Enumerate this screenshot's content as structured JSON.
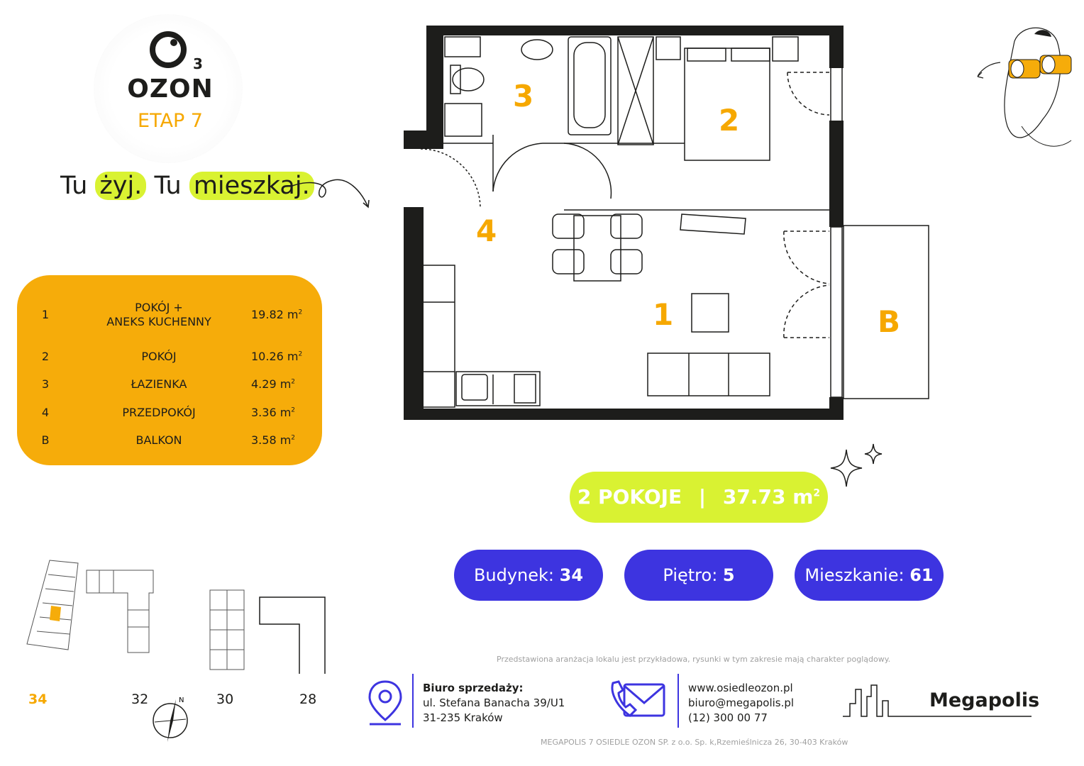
{
  "logo": {
    "wordmark": "OZON",
    "subscript": "3",
    "etap": "ETAP 7"
  },
  "slogan": {
    "p1": "Tu ",
    "h1": "żyj.",
    "p2": " Tu ",
    "h2": "mieszkaj."
  },
  "rooms": [
    {
      "num": "1",
      "name_line1": "POKÓJ +",
      "name_line2": "ANEKS KUCHENNY",
      "area": "19.82 m",
      "unit_sup": "2"
    },
    {
      "num": "2",
      "name_line1": "POKÓJ",
      "name_line2": "",
      "area": "10.26 m",
      "unit_sup": "2"
    },
    {
      "num": "3",
      "name_line1": "ŁAZIENKA",
      "name_line2": "",
      "area": "4.29 m",
      "unit_sup": "2"
    },
    {
      "num": "4",
      "name_line1": "PRZEDPOKÓJ",
      "name_line2": "",
      "area": "3.36 m",
      "unit_sup": "2"
    },
    {
      "num": "B",
      "name_line1": "BALKON",
      "name_line2": "",
      "area": "3.58 m",
      "unit_sup": "2"
    }
  ],
  "plan_labels": {
    "r1": "1",
    "r2": "2",
    "r3": "3",
    "r4": "4",
    "rb": "B"
  },
  "total": {
    "rooms": "2 POKOJE",
    "sep": "|",
    "area": "37.73 m",
    "sup": "2"
  },
  "info": {
    "building_label": "Budynek:",
    "building_value": "34",
    "floor_label": "Piętro:",
    "floor_value": "5",
    "apartment_label": "Mieszkanie:",
    "apartment_value": "61"
  },
  "buildings": [
    "34",
    "32",
    "30",
    "28"
  ],
  "disclaimer": "Przedstawiona aranżacja lokalu jest przykładowa, rysunki w tym zakresie mają charakter poglądowy.",
  "sales_office": {
    "title": "Biuro sprzedaży:",
    "line1": "ul. Stefana Banacha 39/U1",
    "line2": "31-235 Kraków"
  },
  "contact": {
    "web": "www.osiedleozon.pl",
    "email": "biuro@megapolis.pl",
    "phone": "(12) 300 00 77"
  },
  "developer": "Megapolis",
  "legal": "MEGAPOLIS 7 OSIEDLE OZON SP. z o.o. Sp. k,Rzemieślnicza 26, 30-403 Kraków",
  "colors": {
    "accent_orange": "#f6ac0a",
    "accent_lime": "#d9f232",
    "accent_blue": "#3d34e0"
  }
}
